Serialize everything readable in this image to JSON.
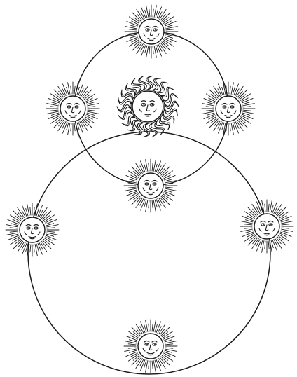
{
  "diagram": {
    "stroke_color": "#1a1a1a",
    "background_color": "#ffffff",
    "orbits": [
      {
        "id": "upper-orbit",
        "description_icon": "circle-orbit"
      },
      {
        "id": "lower-orbit",
        "description_icon": "circle-orbit"
      }
    ],
    "suns": [
      {
        "id": "sun-top",
        "style": "straight-rays",
        "icon": "sun-face-icon"
      },
      {
        "id": "sun-upper-left",
        "style": "straight-rays",
        "icon": "sun-face-icon"
      },
      {
        "id": "sun-center-wavy",
        "style": "wavy-rays",
        "icon": "sun-face-icon"
      },
      {
        "id": "sun-upper-right",
        "style": "straight-rays",
        "icon": "sun-face-icon"
      },
      {
        "id": "sun-middle",
        "style": "straight-rays",
        "icon": "sun-face-icon"
      },
      {
        "id": "sun-left",
        "style": "straight-rays",
        "icon": "sun-face-icon"
      },
      {
        "id": "sun-right",
        "style": "straight-rays",
        "icon": "sun-face-icon"
      },
      {
        "id": "sun-bottom",
        "style": "straight-rays",
        "icon": "sun-face-icon"
      }
    ]
  }
}
